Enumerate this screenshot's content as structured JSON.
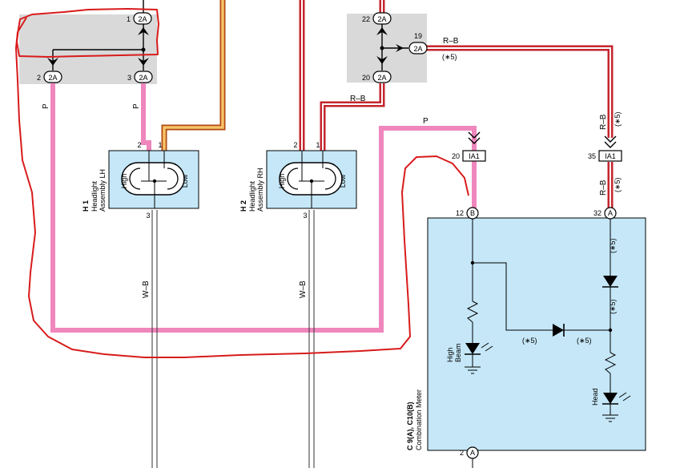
{
  "splices": {
    "left": {
      "pins": [
        "1",
        "2",
        "3"
      ],
      "connector": "2A"
    },
    "right": {
      "pins": [
        "22",
        "19",
        "20"
      ],
      "connector": "2A"
    }
  },
  "wires": {
    "left_p": "P",
    "mid_p": "P",
    "top_p": "P",
    "rb_top": "R–B",
    "rb_mid": "R–B",
    "rb_right_1": "R–B",
    "rb_right_2": "R–B",
    "wb_1": "W–B",
    "wb_2": "W–B"
  },
  "notes": {
    "star5": "(∗5)"
  },
  "headlights": {
    "h1": {
      "id": "H 1",
      "name_line1": "Headlight",
      "name_line2": "Assembly LH",
      "high": "High",
      "low": "Low",
      "pins": [
        "2",
        "1",
        "3"
      ]
    },
    "h2": {
      "id": "H 2",
      "name_line1": "Headlight",
      "name_line2": "Assembly RH",
      "high": "High",
      "low": "Low",
      "pins": [
        "2",
        "1",
        "3"
      ]
    }
  },
  "connectors_ia1": {
    "left": {
      "pin": "20",
      "label": "IA1"
    },
    "right": {
      "pin": "35",
      "label": "IA1"
    }
  },
  "meter": {
    "id": "C 9(A), C10(B)",
    "name": "Combination Meter",
    "pin_left": "12",
    "pin_left_conn": "B",
    "pin_right": "32",
    "pin_right_conn": "A",
    "pin_bottom": "2",
    "pin_bottom_conn": "A",
    "high_beam_1": "High",
    "high_beam_2": "Beam",
    "head": "Head"
  },
  "colors": {
    "pink": "#ef86bd",
    "red_outline": "#d81b1b",
    "red_wire": "#c4262e",
    "orange_wire": "#f2a23a",
    "splice_gray": "#d9d9d9",
    "box_blue": "#c5e7f8"
  }
}
